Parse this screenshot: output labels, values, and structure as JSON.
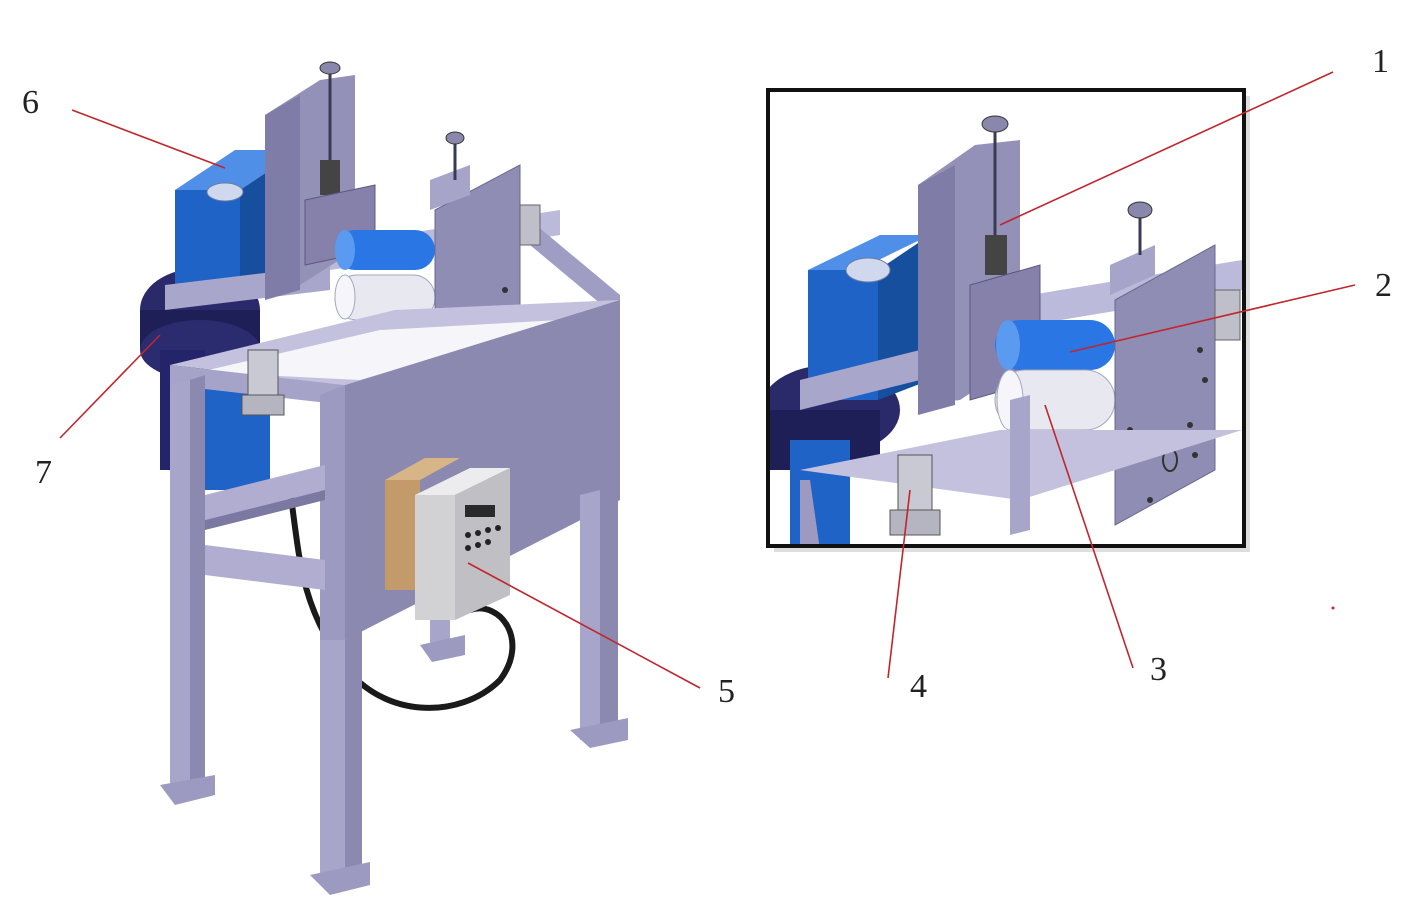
{
  "figure": {
    "callouts": [
      {
        "id": "c1",
        "label": "1"
      },
      {
        "id": "c2",
        "label": "2"
      },
      {
        "id": "c3",
        "label": "3"
      },
      {
        "id": "c4",
        "label": "4"
      },
      {
        "id": "c5",
        "label": "5"
      },
      {
        "id": "c6",
        "label": "6"
      },
      {
        "id": "c7",
        "label": "7"
      }
    ]
  },
  "colors": {
    "frame": "#9c99c0",
    "frame_dark": "#6f6c98",
    "frame_light": "#c3c1dd",
    "plate": "#8e8ab0",
    "motor_blue": "#1f63c7",
    "motor_blue_light": "#3f86e6",
    "roller_blue": "#2a76e4",
    "roller_white": "#e7e8f0",
    "drum_navy": "#2a2a6b",
    "controller_gray": "#d2d2d4",
    "controller_tan": "#c39b6a",
    "leader_red": "#c0262d",
    "inset_border": "#111111"
  }
}
